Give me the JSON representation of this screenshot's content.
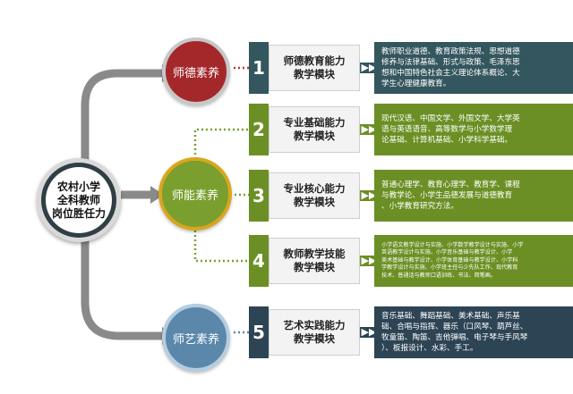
{
  "center": {
    "title": "农村小学\n全科教师\n岗位胜任力"
  },
  "categories": [
    {
      "label": "师德素养",
      "color": "#a4282a"
    },
    {
      "label": "师能素养",
      "color": "#7a9f2e"
    },
    {
      "label": "师艺素养",
      "color": "#5b88aa"
    }
  ],
  "modules": [
    {
      "number": "1",
      "title": "师德教育能力\n教学模块",
      "description": "教师职业道德、教育政策法规、思想道德\n修养与法律基础、形式与政策、毛泽东思\n想和中国特色社会主义理论体系概论、大\n学生心理健康教育。"
    },
    {
      "number": "2",
      "title": "专业基础能力\n教学模块",
      "description": "现代汉语、中国文学、外国文学、大学英\n语与英语语音、高等数学与小学数学理\n论基础、计算机基础、小学科学基础。"
    },
    {
      "number": "3",
      "title": "专业核心能力\n教学模块",
      "description": "普通心理学、教育心理学、教育学、课程\n与教学论、小学生品德发展与道德教育\n、小学教育研究方法。"
    },
    {
      "number": "4",
      "title": "教师教学技能\n教学模块",
      "description": "小学语文教学设计与实施、小学数学教学设计与实施、小学\n英语教学设计与实施、小学音乐基础与教学设计、小学\n美术基础与教学设计、小学体育基础与教学设计、小学科\n学教学设计与实施、小学班主任与少先队工作、现代教育\n技术、普通话与教师口语训练、书法、简笔画。"
    },
    {
      "number": "5",
      "title": "艺术实践能力\n教学模块",
      "description": "音乐基础、舞蹈基础、美术基础、声乐基\n础、合唱与指挥、器乐（口风琴、葫芦丝、\n牧童笛、陶笛、吉他弹唱、电子琴与手风琴\n）、板报设计、水彩、手工。"
    }
  ],
  "arrow_glyph": "▶▶",
  "colors": {
    "teal": "#34565e",
    "green": "#6b8f24",
    "navy": "#2c4454",
    "connector_gray": "#8a8a8a",
    "dotted_red": "#b33a3a",
    "dotted_green": "#7a9f2e",
    "dotted_blue": "#5b88aa"
  }
}
